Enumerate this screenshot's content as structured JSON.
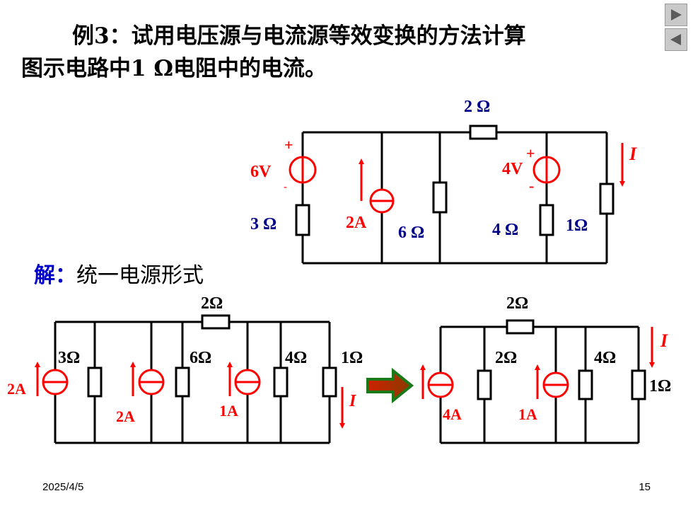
{
  "title": {
    "line1": "例3：试用电压源与电流源等效变换的方法计算",
    "line2": "图示电路中1 Ω电阻中的电流。"
  },
  "solution": {
    "prefix": "解：",
    "text": "统一电源形式"
  },
  "circuit1": {
    "r_top": "2 Ω",
    "v1": "6V",
    "v1_plus": "+",
    "v1_minus": "-",
    "r1": "3 Ω",
    "cs": "2A",
    "r2": "6 Ω",
    "v2": "4V",
    "v2_plus": "+",
    "v2_minus": "-",
    "r3": "4 Ω",
    "r4": "1Ω",
    "current": "I"
  },
  "circuit2": {
    "r_top": "2Ω",
    "cs1": "2A",
    "r1": "3Ω",
    "cs2": "2A",
    "r2": "6Ω",
    "cs3": "1A",
    "r3": "4Ω",
    "r4": "1Ω",
    "current": "I"
  },
  "circuit3": {
    "r_top": "2Ω",
    "cs1": "4A",
    "r1": "2Ω",
    "cs2": "1A",
    "r2": "4Ω",
    "r3": "1Ω",
    "current": "I"
  },
  "footer": {
    "date": "2025/4/5",
    "page": "15"
  },
  "colors": {
    "wire": "#000000",
    "source": "#ff0000",
    "resistor_label": "#00008b",
    "source_label": "#ff0000",
    "arrow_green": "#228b22",
    "arrow_red": "#cc2200"
  }
}
